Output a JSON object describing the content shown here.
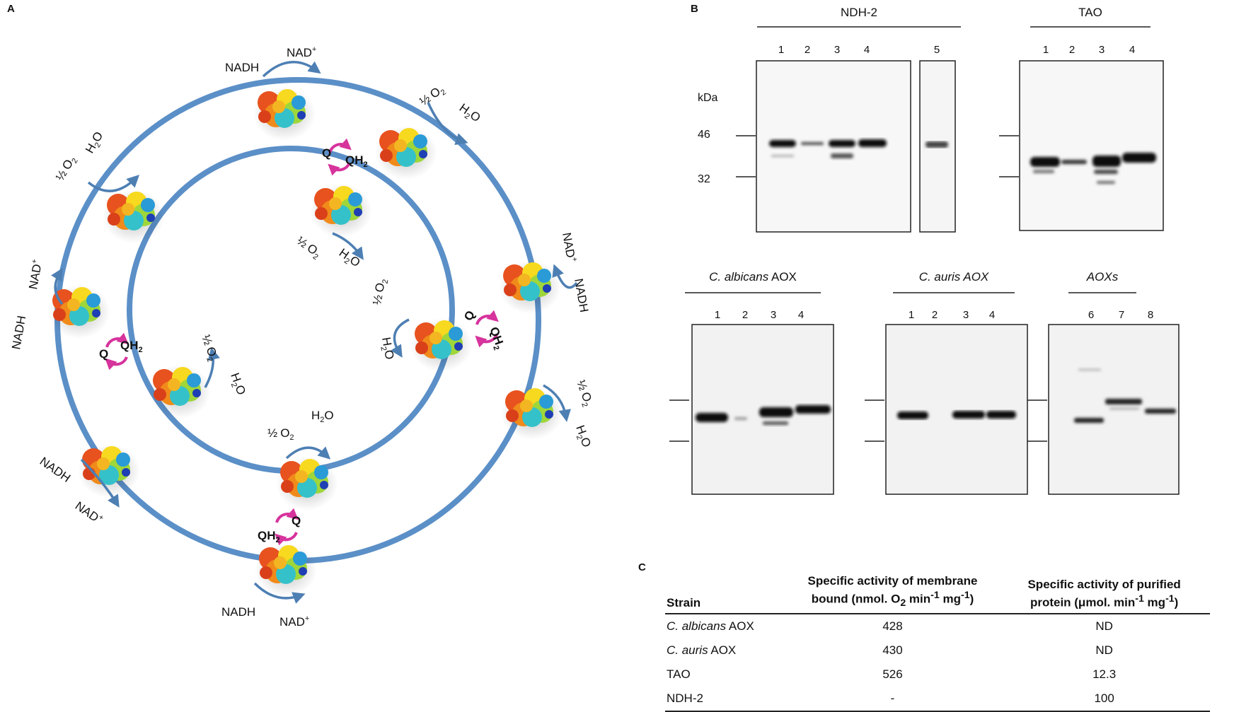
{
  "panels": {
    "a": "A",
    "b": "B",
    "c": "C"
  },
  "diagram": {
    "nadh": "NADH",
    "nad": "NAD",
    "plus": "+",
    "half": "½",
    "o2": "O",
    "o2_sub": "2",
    "h2o_h": "H",
    "h2o_sub": "2",
    "h2o_o": "O",
    "q": "Q",
    "qh2": "QH",
    "qh2_sub": "2"
  },
  "blots": {
    "ndh2": {
      "title": "NDH-2",
      "lanes": [
        "1",
        "2",
        "3",
        "4"
      ],
      "extra_lane": "5"
    },
    "tao": {
      "title": "TAO",
      "lanes": [
        "1",
        "2",
        "3",
        "4"
      ]
    },
    "calbicans": {
      "title_italic": "C. albicans",
      "title_rest": " AOX",
      "lanes": [
        "1",
        "2",
        "3",
        "4"
      ]
    },
    "cauris": {
      "title": "C. auris AOX",
      "lanes": [
        "1",
        "2",
        "3",
        "4"
      ]
    },
    "aoxs": {
      "title": "AOXs",
      "lanes": [
        "6",
        "7",
        "8"
      ]
    },
    "mw": {
      "unit": "kDa",
      "m46": "46",
      "m32": "32"
    }
  },
  "table": {
    "headers": {
      "strain": "Strain",
      "membrane_l1": "Specific activity of membrane",
      "membrane_l2a": "bound (nmol. O",
      "membrane_l2_sub": "2",
      "membrane_l2b": " min",
      "membrane_l2_sup1": "-1",
      "membrane_l2c": " mg",
      "membrane_l2_sup2": "-1",
      "membrane_l2d": ")",
      "purified_l1": "Specific activity of purified",
      "purified_l2a": "protein  (μmol. min",
      "purified_l2_sup1": "-1",
      "purified_l2b": " mg",
      "purified_l2_sup2": "-1",
      "purified_l2c": ")"
    },
    "rows": [
      {
        "strain_italic": "C. albicans",
        "strain_rest": " AOX",
        "membrane": "428",
        "purified": "ND"
      },
      {
        "strain_italic": "C. auris",
        "strain_rest": " AOX",
        "membrane": "430",
        "purified": "ND"
      },
      {
        "strain_italic": "",
        "strain_rest": "TAO",
        "membrane": "526",
        "purified": "12.3"
      },
      {
        "strain_italic": "",
        "strain_rest": "NDH-2",
        "membrane": "-",
        "purified": "100"
      }
    ]
  },
  "colors": {
    "membrane": "#5b8fc7",
    "arrow": "#4d7fb3",
    "q_arrow": "#d6339c"
  }
}
